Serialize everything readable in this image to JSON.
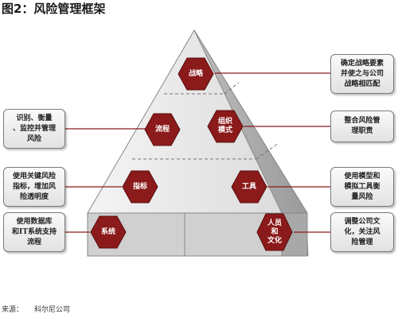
{
  "title": "图2：风险管理框架",
  "pyramid_nodes": [
    {
      "label": "战略"
    },
    {
      "label": "流程"
    },
    {
      "label": "组织\n模式"
    },
    {
      "label": "指标"
    },
    {
      "label": "工具"
    },
    {
      "label": "系统"
    },
    {
      "label": "人员\n和\n文化"
    }
  ],
  "callouts": {
    "strategy": "确定战略要素\n并使之与公司\n战略相匹配",
    "process": "识别、衡量\n、监控并管理\n风险",
    "organization": "整合风险管\n理职责",
    "indicators": "使用关键风险\n指标，增加风\n险透明度",
    "tools": "使用模型和\n模拟工具衡\n量风险",
    "systems": "使用数据库\n和IT系统支持\n流程",
    "people": "调整公司文\n化，关注风\n险管理"
  },
  "source": {
    "label": "来源：",
    "value": "科尔尼公司"
  },
  "colors": {
    "hex_fill": "#8b1a1a",
    "line": "#8b1a1a",
    "pyramid": "#d9d9d9"
  }
}
